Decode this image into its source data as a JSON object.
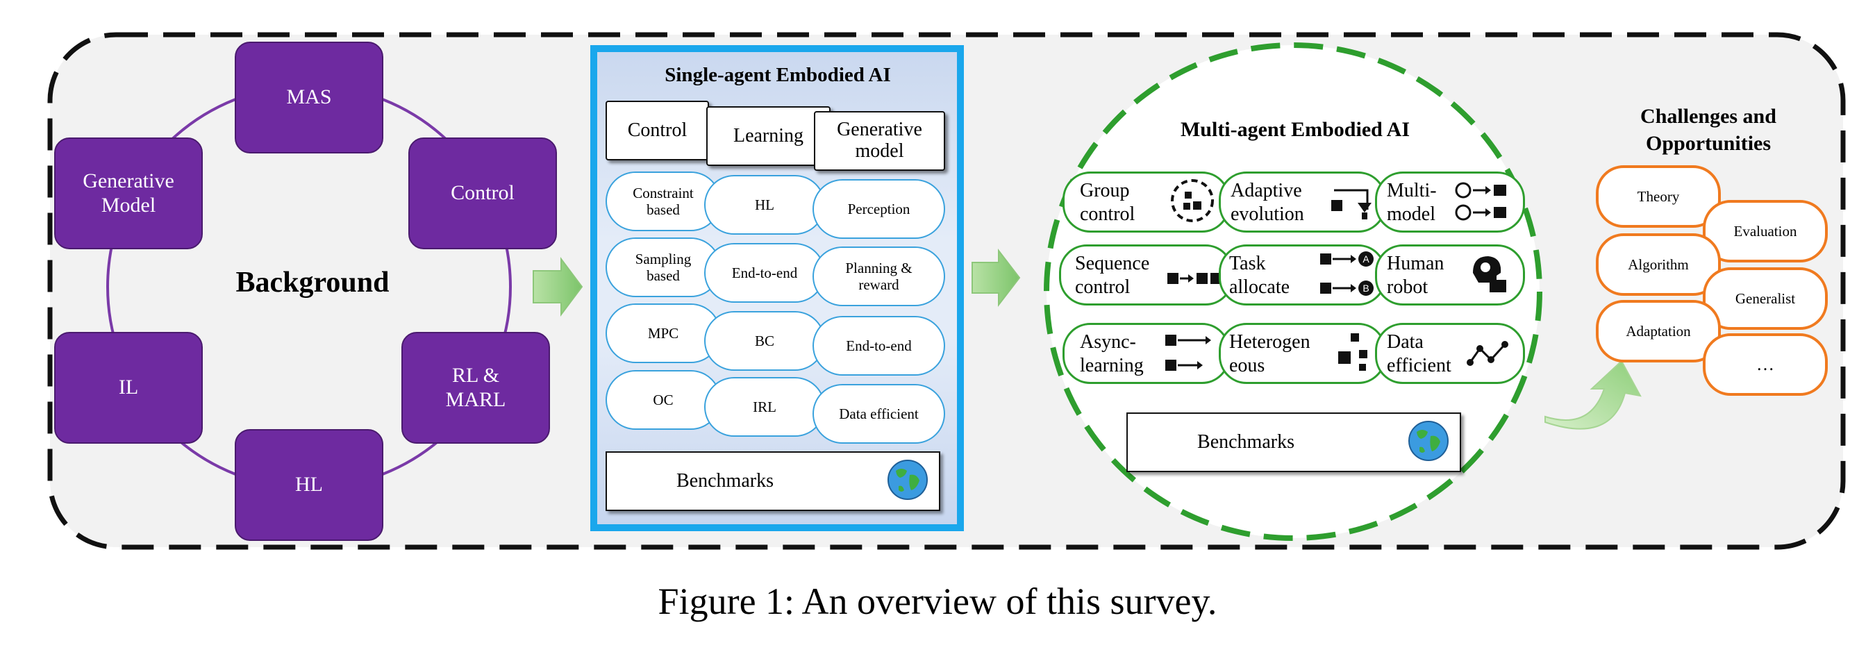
{
  "background": {
    "title": "Background",
    "nodes": [
      "MAS",
      "Control",
      "RL &\nMARL",
      "HL",
      "IL",
      "Generative\nModel"
    ],
    "color": "#6e2aa0"
  },
  "single_agent": {
    "title": "Single-agent Embodied AI",
    "tabs": [
      "Control",
      "Learning",
      "Generative\nmodel"
    ],
    "control_items": [
      "Constraint\nbased",
      "Sampling\nbased",
      "MPC",
      "OC"
    ],
    "learning_items": [
      "HL",
      "End-to-end",
      "BC",
      "IRL"
    ],
    "generative_items": [
      "Perception",
      "Planning &\nreward",
      "End-to-end",
      "Data efficient"
    ],
    "benchmarks": "Benchmarks",
    "border_color": "#1aa7ec"
  },
  "multi_agent": {
    "title": "Multi-agent Embodied AI",
    "rows": [
      [
        "Group\ncontrol",
        "Adaptive\nevolution",
        "Multi-\nmodel"
      ],
      [
        "Sequence\ncontrol",
        "Task\nallocate",
        "Human\nrobot"
      ],
      [
        "Async-\nlearning",
        "Heterogen\neous",
        "Data\nefficient"
      ]
    ],
    "benchmarks": "Benchmarks",
    "border_color": "#2e9e2e"
  },
  "challenges": {
    "title": "Challenges and\nOpportunities",
    "items": [
      "Theory",
      "Evaluation",
      "Algorithm",
      "Generalist",
      "Adaptation",
      "…"
    ],
    "border_color": "#f07a1f"
  },
  "caption": "Figure 1:  An overview of this survey."
}
